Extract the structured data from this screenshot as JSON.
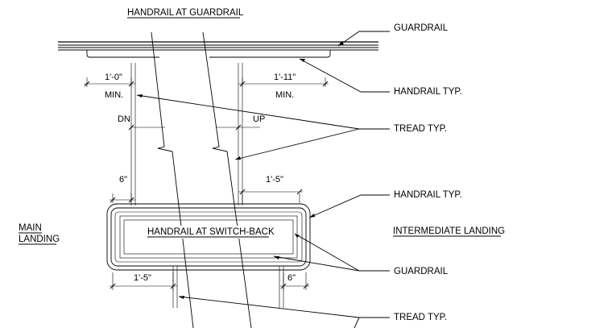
{
  "title_top": "HANDRAIL AT GUARDRAIL",
  "title_switchback": "HANDRAIL AT SWITCH-BACK",
  "main_landing": [
    "MAIN",
    "LANDING"
  ],
  "intermediate_landing": "INTERMEDIATE LANDING",
  "callouts": {
    "guardrail_top": "GUARDRAIL",
    "handrail_typ_top": "HANDRAIL TYP.",
    "tread_typ_top": "TREAD TYP.",
    "handrail_typ_mid": "HANDRAIL TYP.",
    "guardrail_bottom": "GUARDRAIL",
    "tread_typ_bottom": "TREAD TYP."
  },
  "dimensions": {
    "left_top": "1'-0\"",
    "left_top_min": "MIN.",
    "right_top": "1'-11\"",
    "right_top_min": "MIN.",
    "dn": "DN",
    "up": "UP",
    "left_mid": "6\"",
    "right_mid": "1'-5\"",
    "left_bottom": "1'-5\"",
    "right_bottom": "6\""
  }
}
